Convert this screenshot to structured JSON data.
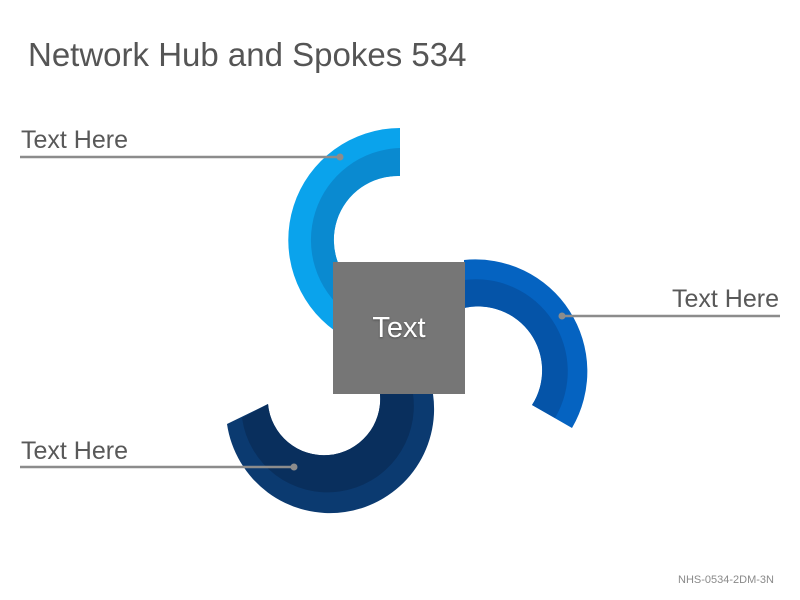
{
  "title": "Network Hub and Spokes 534",
  "hub": {
    "label": "Text",
    "color": "#767676"
  },
  "spokes": [
    {
      "label": "Text Here",
      "color": "#0aa3ec",
      "inner_color": "#0a8ad0"
    },
    {
      "label": "Text Here",
      "color": "#0563c1",
      "inner_color": "#0554a8"
    },
    {
      "label": "Text Here",
      "color": "#0b3a70",
      "inner_color": "#092f5d"
    }
  ],
  "code": "NHS-0534-2DM-3N"
}
